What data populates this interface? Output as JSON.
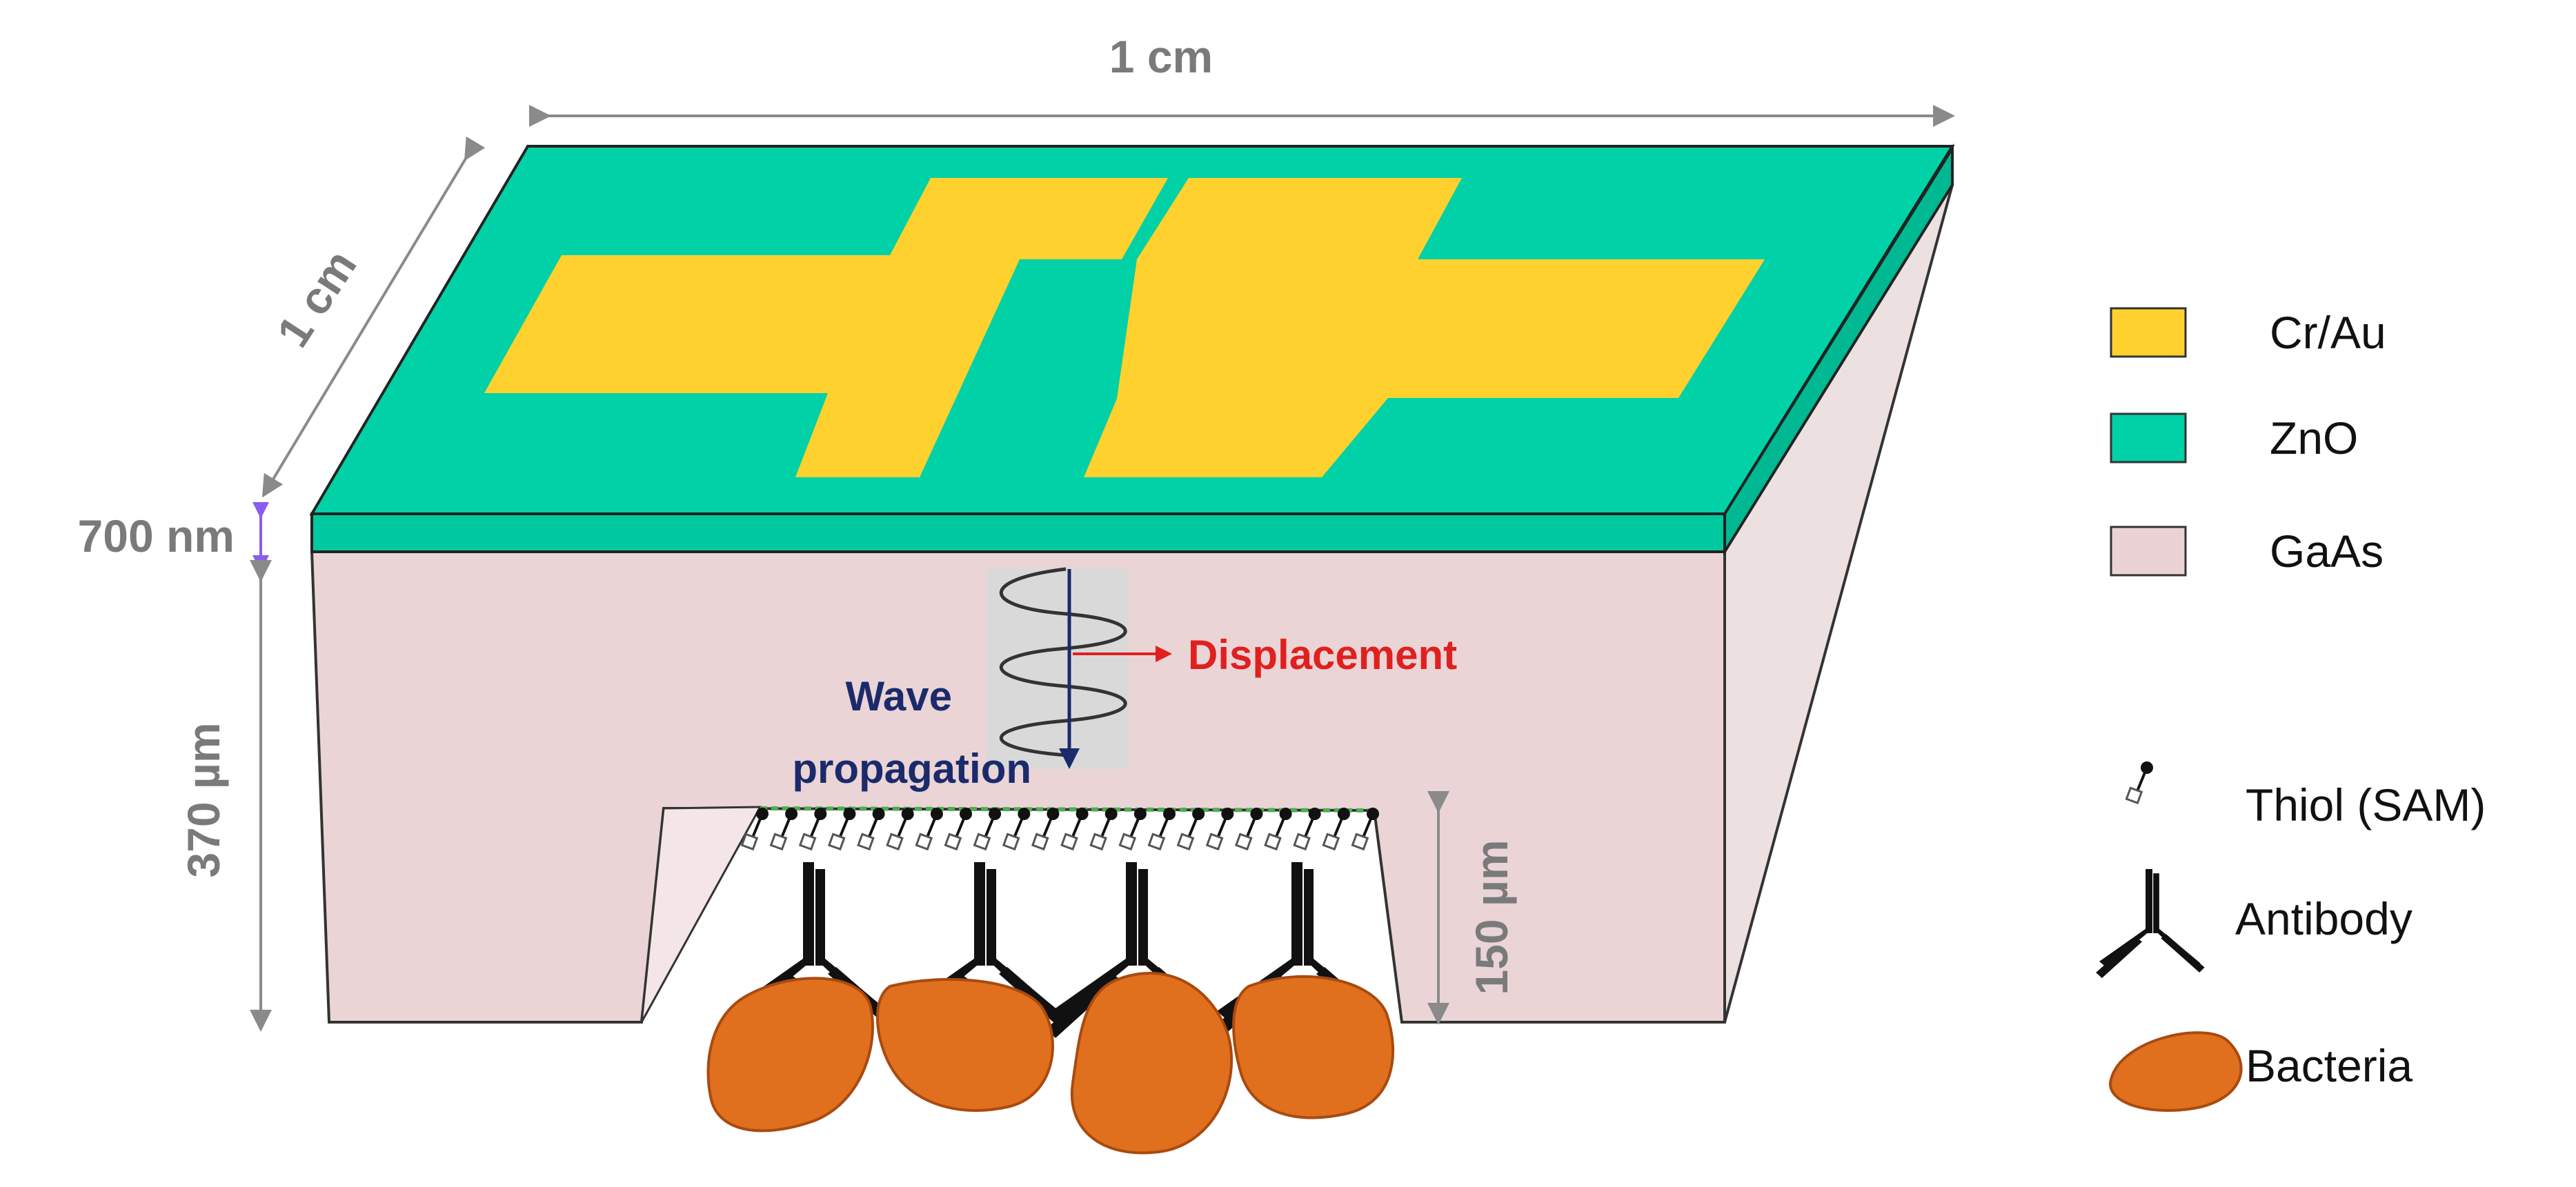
{
  "dimensions": {
    "top_width": "1 cm",
    "depth": "1 cm",
    "zno_thickness": "700 nm",
    "substrate_thickness": "370 µm",
    "cavity_depth": "150 µm"
  },
  "annotations": {
    "wave_line1": "Wave",
    "wave_line2": "propagation",
    "displacement": "Displacement"
  },
  "legend": {
    "cr_au": "Cr/Au",
    "zno": "ZnO",
    "gaas": "GaAs",
    "thiol": "Thiol (SAM)",
    "antibody": "Antibody",
    "bacteria": "Bacteria"
  },
  "colors": {
    "cr_au": "#FFD12E",
    "zno": "#00D1A6",
    "gaas": "#EBD3D5",
    "bacteria": "#E0701E",
    "wave_arrow": "#1B2A6B",
    "displacement": "#E0201E",
    "dimension": "#8A8A8A"
  }
}
